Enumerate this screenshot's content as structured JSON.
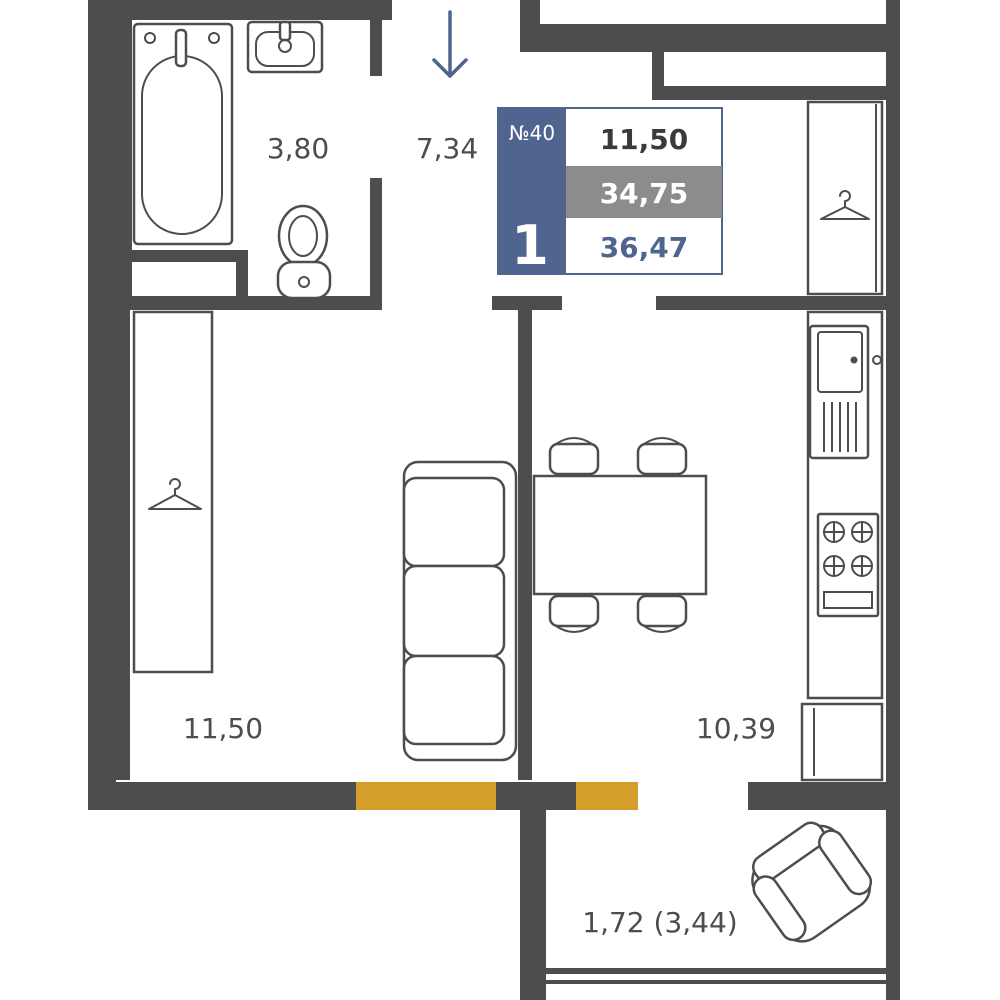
{
  "apartment": {
    "number": "№40",
    "rooms": "1",
    "living_area": "11,50",
    "area_without_balcony": "34,75",
    "total_area": "36,47"
  },
  "rooms": {
    "bathroom_area": "3,80",
    "hallway_area": "7,34",
    "living_room_area": "11,50",
    "kitchen_area": "10,39",
    "balcony_area": "1,72 (3,44)"
  },
  "colors": {
    "walls": "#4d4d4f",
    "card_blue": "#4f648e",
    "card_gray": "#8c8c8c",
    "window_accent": "#d39e2a",
    "entrance_arrow": "#4f648e",
    "text_dark": "#3a3a3c"
  },
  "icons": {
    "entrance": "arrow-down-icon",
    "wardrobe": "hanger-icon"
  }
}
